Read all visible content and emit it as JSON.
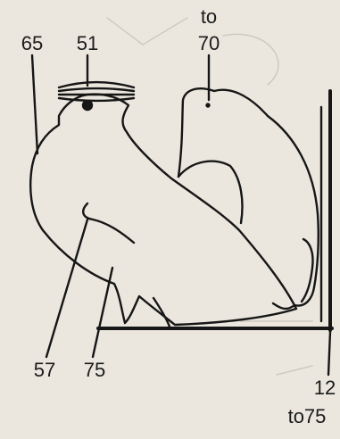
{
  "labels": {
    "head_height": "65",
    "ornament": "51",
    "tail_to": "to",
    "tail_height": "70",
    "breast": "57",
    "wing": "75",
    "length": "12",
    "length_to": "to75"
  }
}
